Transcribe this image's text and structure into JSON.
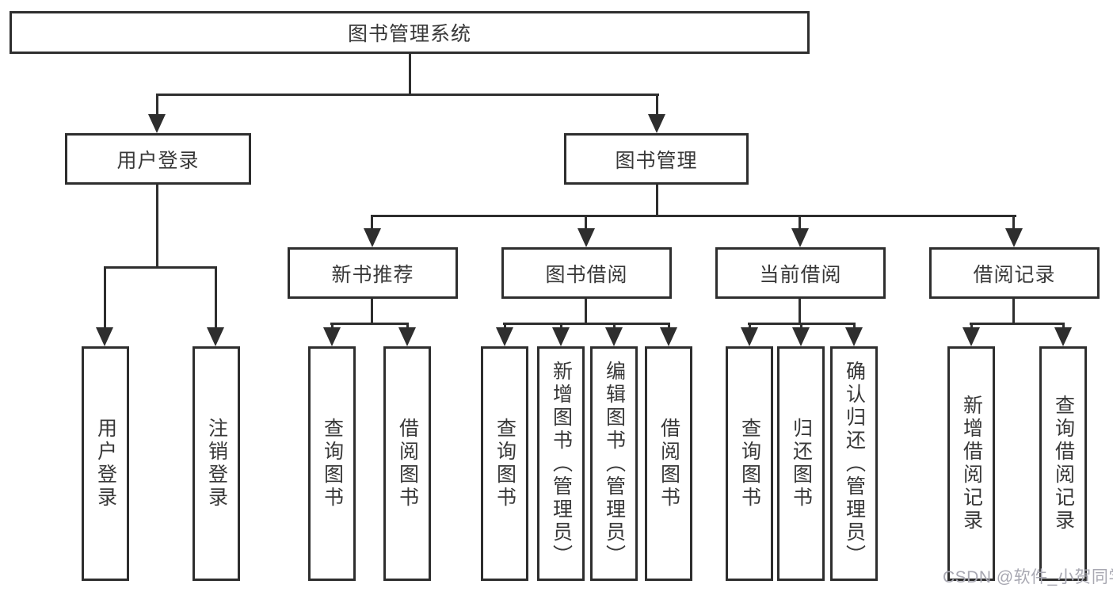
{
  "diagram": {
    "title": "图书管理系统",
    "root": {
      "label": "图书管理系统"
    },
    "level1": [
      {
        "label": "用户登录"
      },
      {
        "label": "图书管理"
      }
    ],
    "level2": [
      {
        "label": "新书推荐",
        "parent": "图书管理"
      },
      {
        "label": "图书借阅",
        "parent": "图书管理"
      },
      {
        "label": "当前借阅",
        "parent": "图书管理"
      },
      {
        "label": "借阅记录",
        "parent": "图书管理"
      }
    ],
    "leaves": [
      {
        "label": "用户登录",
        "parent": "用户登录"
      },
      {
        "label": "注销登录",
        "parent": "用户登录"
      },
      {
        "label": "查询图书",
        "parent": "新书推荐"
      },
      {
        "label": "借阅图书",
        "parent": "新书推荐"
      },
      {
        "label": "查询图书",
        "parent": "图书借阅"
      },
      {
        "label": "新增图书（管理员）",
        "parent": "图书借阅"
      },
      {
        "label": "编辑图书（管理员）",
        "parent": "图书借阅"
      },
      {
        "label": "借阅图书",
        "parent": "图书借阅"
      },
      {
        "label": "查询图书",
        "parent": "当前借阅"
      },
      {
        "label": "归还图书",
        "parent": "当前借阅"
      },
      {
        "label": "确认归还（管理员）",
        "parent": "当前借阅"
      },
      {
        "label": "新增借阅记录",
        "parent": "借阅记录"
      },
      {
        "label": "查询借阅记录",
        "parent": "借阅记录"
      }
    ],
    "colors": {
      "line": "#2e2e2e",
      "text": "#383838",
      "box_background": "#ffffff",
      "page_background": "#ffffff"
    }
  },
  "watermark": {
    "text": "CSDN @软件_小贺同学",
    "color": "#a8a8b2"
  }
}
